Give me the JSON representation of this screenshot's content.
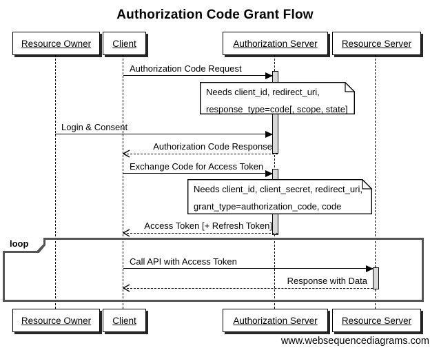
{
  "title": "Authorization Code Grant Flow",
  "actors": [
    {
      "label": "Resource Owner"
    },
    {
      "label": "Client"
    },
    {
      "label": "Authorization Server"
    },
    {
      "label": "Resource Server"
    }
  ],
  "messages": [
    {
      "label": "Authorization Code Request",
      "from": "Client",
      "to": "Authorization Server",
      "line": "solid",
      "arrowhead": "filled"
    },
    {
      "label": "Login & Consent",
      "from": "Resource Owner",
      "to": "Authorization Server",
      "line": "solid",
      "arrowhead": "filled"
    },
    {
      "label": "Authorization Code Response",
      "from": "Authorization Server",
      "to": "Client",
      "line": "dashed",
      "arrowhead": "open"
    },
    {
      "label": "Exchange Code for Access Token",
      "from": "Client",
      "to": "Authorization Server",
      "line": "solid",
      "arrowhead": "filled"
    },
    {
      "label": "Access Token [+ Refresh Token]",
      "from": "Authorization Server",
      "to": "Client",
      "line": "dashed",
      "arrowhead": "open"
    },
    {
      "label": "Call API with Access Token",
      "from": "Client",
      "to": "Resource Server",
      "line": "solid",
      "arrowhead": "filled"
    },
    {
      "label": "Response with Data",
      "from": "Resource Server",
      "to": "Client",
      "line": "dashed",
      "arrowhead": "open"
    }
  ],
  "notes": [
    {
      "line1": "Needs client_id, redirect_uri,",
      "line2": "response_type=code[, scope, state]"
    },
    {
      "line1": "Needs client_id, client_secret, redirect_uri,",
      "line2": "grant_type=authorization_code, code"
    }
  ],
  "loop": {
    "label": "loop"
  },
  "watermark": "www.websequencediagrams.com",
  "colors": {
    "line": "#000000",
    "activation_fill": "#d8d8d8",
    "frame_border": "#545454",
    "note_background": "#ffffff"
  }
}
